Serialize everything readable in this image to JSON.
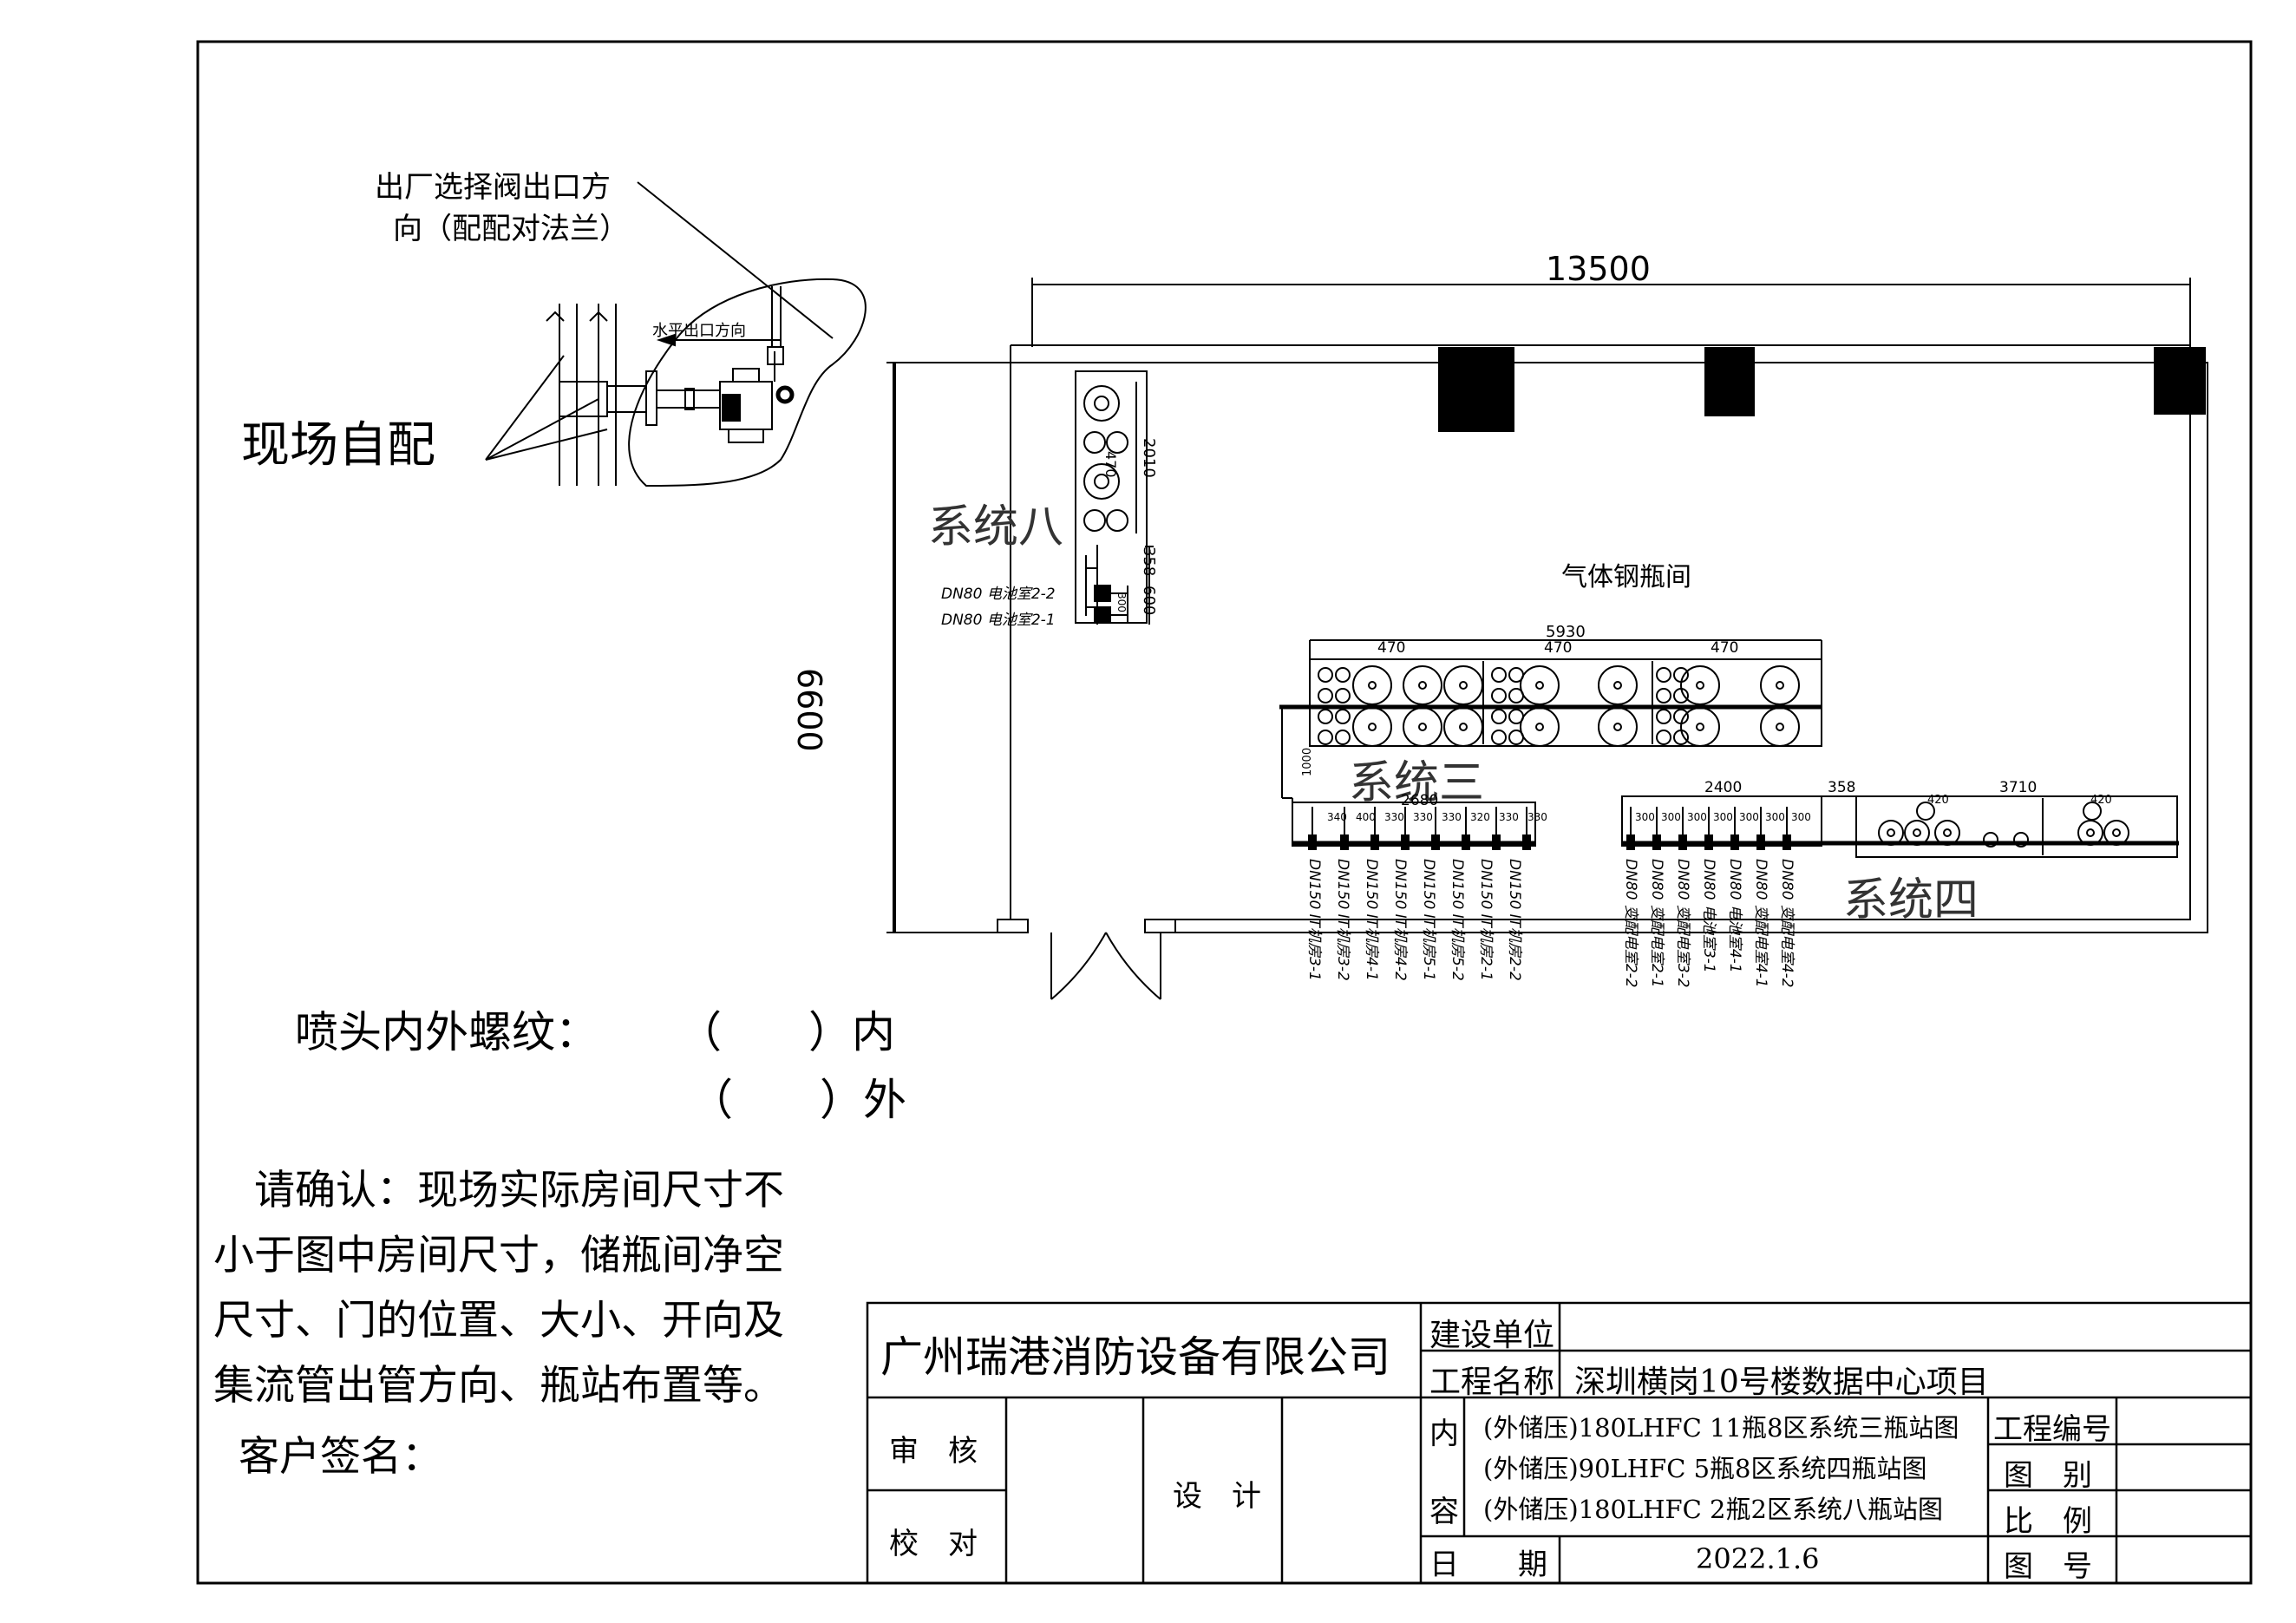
{
  "note_top": {
    "line1": "出厂选择阀出口方",
    "line2": "向（配配对法兰）",
    "horizontal_outlet": "水平出口方向"
  },
  "onsite_label": "现场自配",
  "dimensions": {
    "width_total": "13500",
    "height_total": "6600",
    "sys8_w": "470",
    "sys8_h": "2010",
    "sys8_d1": "358",
    "sys8_d2": "600",
    "sys8_d3": "300",
    "sys3_total": "5930",
    "sys3_a": "470",
    "sys3_b": "470",
    "sys3_c": "470",
    "sys3_pipe": "1000",
    "sys3_manifold": "2680",
    "sys3_spacing": [
      "340",
      "400",
      "330",
      "330",
      "330",
      "320",
      "330",
      "330"
    ],
    "sys4_manifold": "2400",
    "sys4_gap": "358",
    "sys4_total": "3710",
    "sys4_a": "420",
    "sys4_b": "420",
    "sys4_spacing": [
      "300",
      "300",
      "300",
      "300",
      "300",
      "300",
      "300"
    ]
  },
  "room_label": "气体钢瓶间",
  "systems": {
    "sys8": "系统八",
    "sys3": "系统三",
    "sys4": "系统四"
  },
  "sys8_outlets": [
    "DN80 电池室2-2",
    "DN80 电池室2-1"
  ],
  "sys3_outlets": [
    "DN150 IT机房3-1",
    "DN150 IT机房3-2",
    "DN150 IT机房4-1",
    "DN150 IT机房4-2",
    "DN150 IT机房5-1",
    "DN150 IT机房5-2",
    "DN150 IT机房2-1",
    "DN150 IT机房2-2"
  ],
  "sys4_outlets": [
    "DN80 变配电室2-2",
    "DN80 变配电室2-1",
    "DN80 变配电室3-2",
    "DN80 电池室3-1",
    "DN80 电池室4-1",
    "DN80 变配电室4-1",
    "DN80 变配电室4-2"
  ],
  "nozzle_thread": {
    "label": "喷头内外螺纹：",
    "opt1": "（　　）内",
    "opt2": "（　　）外"
  },
  "confirm_text": [
    "　请确认：现场实际房间尺寸不",
    "小于图中房间尺寸，储瓶间净空",
    "尺寸、门的位置、大小、开向及",
    "集流管出管方向、瓶站布置等。"
  ],
  "customer_sign": "客户签名：",
  "title_block": {
    "company": "广州瑞港消防设备有限公司",
    "construction_unit_label": "建设单位",
    "construction_unit_value": "",
    "project_name_label": "工程名称",
    "project_name_value": "深圳横岗10号楼数据中心项目",
    "review_label": "审　核",
    "check_label": "校　对",
    "design_label": "设　计",
    "content_label_1": "内",
    "content_label_2": "容",
    "content_lines": [
      "(外储压)180LHFC 11瓶8区系统三瓶站图",
      "(外储压)90LHFC 5瓶8区系统四瓶站图",
      "(外储压)180LHFC 2瓶2区系统八瓶站图"
    ],
    "date_label": "日　　期",
    "date_value": "2022.1.6",
    "project_no_label": "工程编号",
    "category_label": "图　别",
    "scale_label": "比　例",
    "drawing_no_label": "图　号"
  }
}
